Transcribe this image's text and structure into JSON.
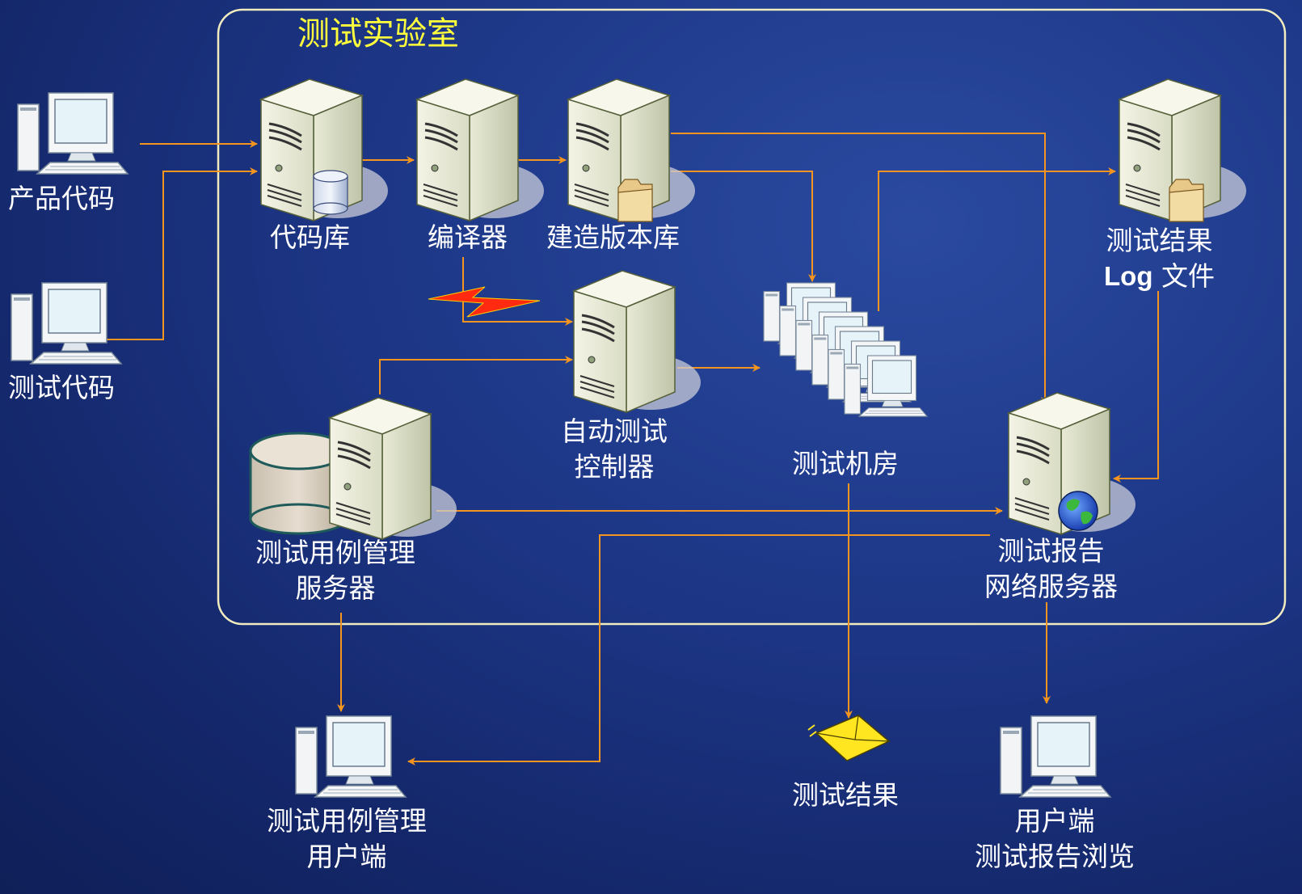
{
  "lab_title": "测试实验室",
  "nodes": {
    "product_code": "产品代码",
    "test_code": "测试代码",
    "code_repo": "代码库",
    "compiler": "编译器",
    "build_repo": "建造版本库",
    "result_log_line1": "测试结果",
    "result_log_line2_bold": "Log",
    "result_log_line2_rest": " 文件",
    "auto_test_ctrl_line1": "自动测试",
    "auto_test_ctrl_line2": "控制器",
    "test_room": "测试机房",
    "testcase_server_line1": "测试用例管理",
    "testcase_server_line2": "服务器",
    "report_server_line1": "测试报告",
    "report_server_line2": "网络服务器",
    "testcase_client_line1": "测试用例管理",
    "testcase_client_line2": "用户端",
    "test_result": "测试结果",
    "report_client_line1": "用户端",
    "report_client_line2": "测试报告浏览"
  },
  "icons": {
    "workstation": "workstation-icon",
    "server": "server-icon",
    "database": "database-icon",
    "folder": "folder-icon",
    "globe": "globe-icon",
    "envelope": "envelope-icon",
    "lightning": "lightning-icon"
  },
  "colors": {
    "connector": "#f5951f",
    "lab_border": "#f0ecc0",
    "title": "#ffff3c",
    "label": "#ffffff"
  }
}
